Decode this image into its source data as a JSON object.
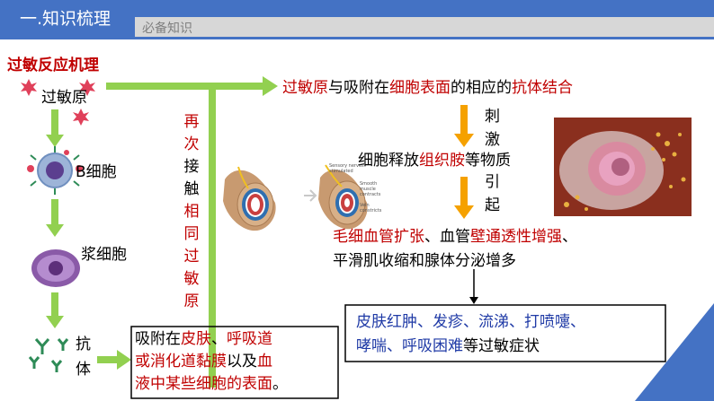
{
  "header": {
    "title": "一.知识梳理",
    "subtitle": "必备知识"
  },
  "mechanism_title": "过敏反应机理",
  "left_column": {
    "allergen": "过敏原",
    "b_cell": "B细胞",
    "plasma_cell": "浆细胞",
    "antibody_1": "抗",
    "antibody_2": "体"
  },
  "reexposure_chars": [
    "再",
    "次",
    "接",
    "触",
    "相",
    "同",
    "过",
    "敏",
    "原"
  ],
  "adsorb_box": {
    "line1_pre": "吸附在",
    "line1_skin": "皮肤",
    "line1_mid": "、",
    "line1_resp": "呼吸道",
    "line2_digest": "或消化道黏膜",
    "line2_mid": "以及",
    "line2_blood": "血",
    "line3_blood": "液中某些细胞的表面",
    "line3_end": "。"
  },
  "binding": {
    "allergen": "过敏原",
    "with": "与吸附在",
    "surface": "细胞表面",
    "of": "的相应的",
    "antibody": "抗体结合"
  },
  "stimulate_chars": [
    "刺",
    "激"
  ],
  "release": {
    "pre": "细胞释放",
    "histamine": "组织胺",
    "post": "等物质"
  },
  "cause_chars": [
    "引",
    "起"
  ],
  "effects": {
    "line1_capillary": "毛细血管扩张",
    "line1_mid": "、血管",
    "line1_perm": "壁通透性增强",
    "line1_end": "、",
    "line2": "平滑肌收缩和腺体分泌增多"
  },
  "symptoms": {
    "line1": "皮肤红肿、发疹、流涕、打喷嚏、",
    "line2_pre": "哮喘、呼吸困难",
    "line2_post": "等过敏症状"
  },
  "vessel_labels": {
    "nerves": "Sensory nerves stimulated",
    "smooth": "Smooth muscle contracts",
    "vein": "Vein constricts"
  },
  "colors": {
    "header_blue": "#4472c4",
    "arrow_green": "#92d050",
    "arrow_orange": "#f5a100",
    "text_red": "#c00000",
    "symptom_blue": "#1f3aa6"
  }
}
